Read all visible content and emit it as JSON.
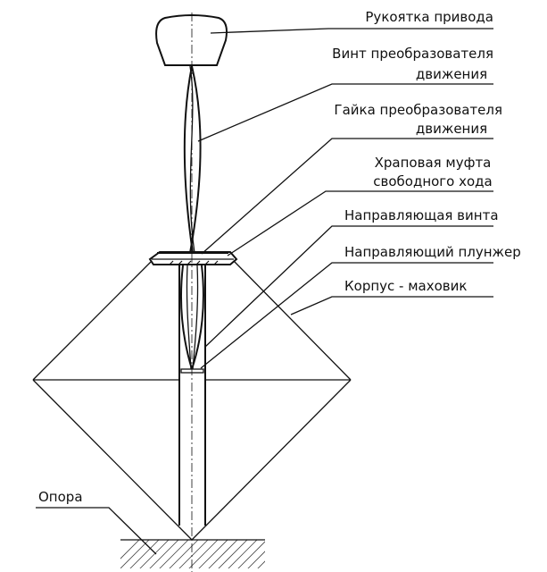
{
  "labels": {
    "handle": "Рукоятка привода",
    "screw_line1": "Винт преобразователя",
    "screw_line2": "движения",
    "nut_line1": "Гайка преобразователя",
    "nut_line2": "движения",
    "clutch_line1": "Храповая муфта",
    "clutch_line2": "свободного хода",
    "screw_guide": "Направляющая винта",
    "plunger_guide": "Направляющий плунжер",
    "body": "Корпус - маховик",
    "support": "Опора"
  }
}
